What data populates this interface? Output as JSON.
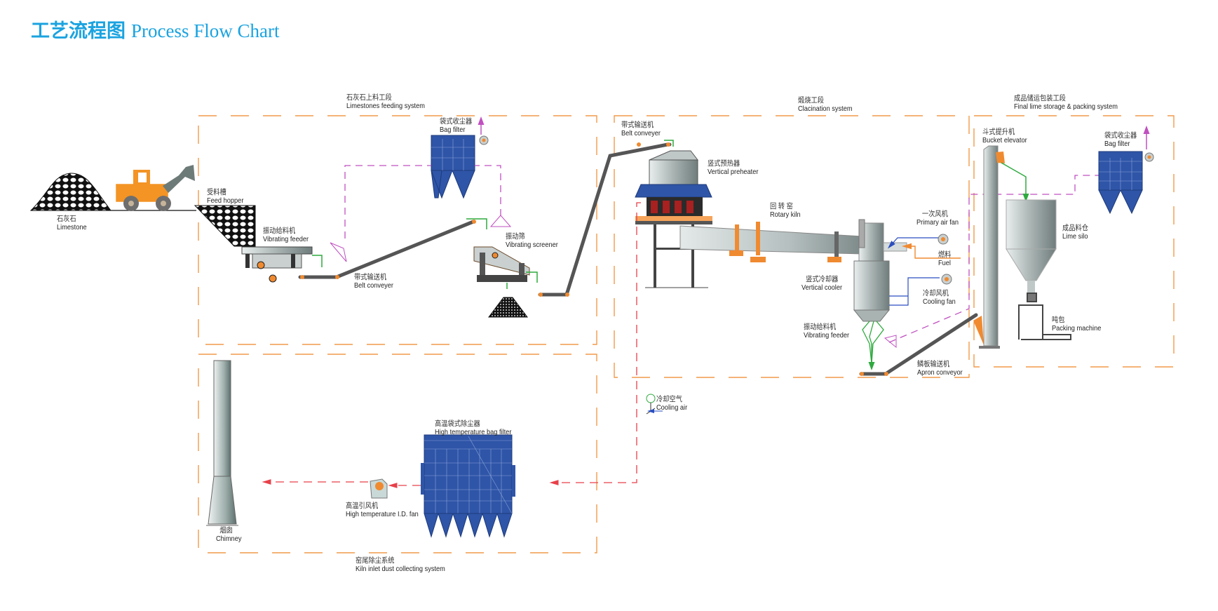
{
  "title": {
    "zh": "工艺流程图",
    "en": "Process Flow Chart"
  },
  "colors": {
    "title": "#1aa3e0",
    "section_border": "#f29a4a",
    "dust_line": "#c050c0",
    "material_line": "#2eaa3e",
    "hot_gas_line": "#e8404a",
    "air_line": "#2a4ec0",
    "fuel_line": "#f08a30",
    "filter_blue": "#2f55a8",
    "loader_orange": "#f39425"
  },
  "sections": [
    {
      "id": "feeding",
      "zh": "石灰石上料工段",
      "en": "Limestones feeding system"
    },
    {
      "id": "calcination",
      "zh": "煅烧工段",
      "en": "Clacination system"
    },
    {
      "id": "storage",
      "zh": "成品储运包装工段",
      "en": "Final lime storage & packing system"
    },
    {
      "id": "dust",
      "zh": "窑尾除尘系统",
      "en": "Kiln inlet dust collecting system"
    }
  ],
  "equipment": {
    "limestone": {
      "zh": "石灰石",
      "en": "Limestone"
    },
    "feed_hopper": {
      "zh": "受料槽",
      "en": "Feed hopper"
    },
    "vibrating_feeder_1": {
      "zh": "振动给料机",
      "en": "Vibrating feeder"
    },
    "bag_filter_1": {
      "zh": "袋式收尘器",
      "en": "Bag filter"
    },
    "belt_conveyor_1": {
      "zh": "带式输送机",
      "en": "Belt conveyer"
    },
    "vibrating_screener": {
      "zh": "振动筛",
      "en": "Vibrating screener"
    },
    "belt_conveyor_2": {
      "zh": "带式输送机",
      "en": "Belt conveyer"
    },
    "vertical_preheater": {
      "zh": "竖式预热器",
      "en": "Vertical preheater"
    },
    "rotary_kiln": {
      "zh": "回 转 窑",
      "en": "Rotary kiln"
    },
    "primary_air_fan": {
      "zh": "一次风机",
      "en": "Primary air fan"
    },
    "fuel": {
      "zh": "燃料",
      "en": "Fuel"
    },
    "vertical_cooler": {
      "zh": "竖式冷却器",
      "en": "Vertical cooler"
    },
    "cooling_fan": {
      "zh": "冷却风机",
      "en": "Cooling fan"
    },
    "vibrating_feeder_2": {
      "zh": "振动给料机",
      "en": "Vibrating feeder"
    },
    "apron_conveyor": {
      "zh": "鳞板输送机",
      "en": "Apron conveyor"
    },
    "bucket_elevator": {
      "zh": "斗式提升机",
      "en": "Bucket elevator"
    },
    "bag_filter_2": {
      "zh": "袋式收尘器",
      "en": "Bag filter"
    },
    "lime_silo": {
      "zh": "成品料仓",
      "en": "Lime silo"
    },
    "packing_machine": {
      "zh": "吨包",
      "en": "Packing machine"
    },
    "cooling_air": {
      "zh": "冷却空气",
      "en": "Cooling air"
    },
    "ht_bag_filter": {
      "zh": "高温袋式除尘器",
      "en": "High temperature bag filter"
    },
    "ht_id_fan": {
      "zh": "高温引风机",
      "en": "High temperature I.D. fan"
    },
    "chimney": {
      "zh": "烟囱",
      "en": "Chimney"
    }
  }
}
